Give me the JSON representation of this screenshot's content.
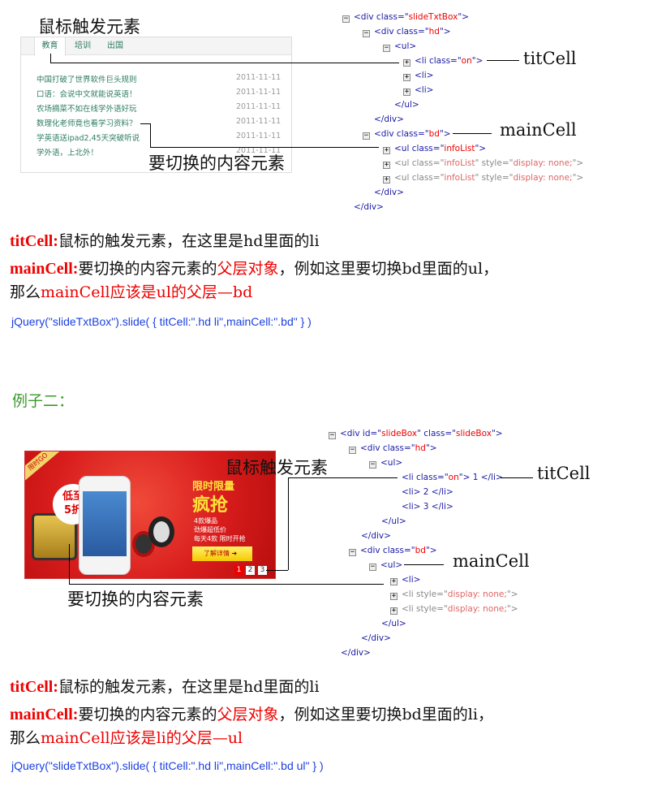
{
  "example1": {
    "trigger_label": "鼠标触发元素",
    "content_label": "要切换的内容元素",
    "tabs": [
      "教育",
      "培训",
      "出国"
    ],
    "items": [
      {
        "title": "中国打破了世界软件巨头规则",
        "date": "2011-11-11"
      },
      {
        "title": "口语：会说中文就能说英语！",
        "date": "2011-11-11"
      },
      {
        "title": "农场摘菜不如在线学外语好玩",
        "date": "2011-11-11"
      },
      {
        "title": "数理化老师竟也看学习资料？",
        "date": "2011-11-11"
      },
      {
        "title": "学英语送ipad2,45天突破听说",
        "date": "2011-11-11"
      },
      {
        "title": "学外语，上北外！",
        "date": "2011-11-11"
      }
    ],
    "tree": [
      {
        "box": "minus",
        "parts": [
          [
            "<div class=\"",
            "tag"
          ],
          [
            "slideTxtBox",
            "val"
          ],
          [
            "\">",
            "tag"
          ]
        ]
      },
      {
        "box": "minus",
        "parts": [
          [
            "<div class=\"",
            "tag"
          ],
          [
            "hd",
            "val"
          ],
          [
            "\">",
            "tag"
          ]
        ]
      },
      {
        "box": "minus",
        "parts": [
          [
            "<ul>",
            "tag"
          ]
        ]
      },
      {
        "box": "plus",
        "parts": [
          [
            "<li class=\"",
            "tag"
          ],
          [
            "on",
            "val"
          ],
          [
            "\">",
            "tag"
          ]
        ]
      },
      {
        "box": "plus",
        "parts": [
          [
            "<li>",
            "tag"
          ]
        ]
      },
      {
        "box": "plus",
        "parts": [
          [
            "<li>",
            "tag"
          ]
        ]
      },
      {
        "box": "",
        "parts": [
          [
            "</ul>",
            "tag"
          ]
        ]
      },
      {
        "box": "",
        "parts": [
          [
            "</div>",
            "tag"
          ]
        ]
      },
      {
        "box": "minus",
        "parts": [
          [
            "<div class=\"",
            "tag"
          ],
          [
            "bd",
            "val"
          ],
          [
            "\">",
            "tag"
          ]
        ]
      },
      {
        "box": "plus",
        "parts": [
          [
            "<ul class=\"",
            "tag"
          ],
          [
            "infoList",
            "val"
          ],
          [
            "\">",
            "tag"
          ]
        ]
      },
      {
        "box": "plus",
        "parts": [
          [
            "<ul class=\"",
            "dim"
          ],
          [
            "infoList",
            "dimval"
          ],
          [
            "\" style=\"",
            "dim"
          ],
          [
            "display: none;",
            "dimval"
          ],
          [
            "\">",
            "dim"
          ]
        ]
      },
      {
        "box": "plus",
        "parts": [
          [
            "<ul class=\"",
            "dim"
          ],
          [
            "infoList",
            "dimval"
          ],
          [
            "\" style=\"",
            "dim"
          ],
          [
            "display: none;",
            "dimval"
          ],
          [
            "\">",
            "dim"
          ]
        ]
      },
      {
        "box": "",
        "parts": [
          [
            "</div>",
            "tag"
          ]
        ]
      },
      {
        "box": "",
        "parts": [
          [
            "</div>",
            "tag"
          ]
        ]
      }
    ],
    "titcell_label": "titCell",
    "maincell_label": "mainCell",
    "desc": {
      "tit_key": "titCell:",
      "tit_text": "鼠标的触发元素，在这里是hd里面的li",
      "main_key": "mainCell:",
      "main_text1": "要切换的内容元素的",
      "main_red": "父层对象",
      "main_text2": "，例如这里要切换bd里面的ul，",
      "line3_prefix": "那么",
      "line3_red": "mainCell应该是ul的父层—bd"
    },
    "code": "jQuery(\"slideTxtBox\").slide( { titCell:\".hd li\",mainCell:\".bd\" } )"
  },
  "example2": {
    "heading": "例子二：",
    "trigger_label": "鼠标触发元素",
    "content_label": "要切换的内容元素",
    "banner": {
      "corner": "限时GO",
      "discount1": "低至",
      "discount2": "5折",
      "headline1": "限时限量",
      "headline2": "疯抢",
      "sub": [
        "4款爆品",
        "劲爆超低价",
        "每天4款  限时开抢"
      ],
      "button": "了解详情",
      "pages": [
        "1",
        "2",
        "3"
      ]
    },
    "tree": [
      {
        "box": "minus",
        "parts": [
          [
            "<div id=\"",
            "tag"
          ],
          [
            "slideBox",
            "val"
          ],
          [
            "\" class=\"",
            "tag"
          ],
          [
            "slideBox",
            "val"
          ],
          [
            "\">",
            "tag"
          ]
        ]
      },
      {
        "box": "minus",
        "parts": [
          [
            "<div class=\"",
            "tag"
          ],
          [
            "hd",
            "val"
          ],
          [
            "\">",
            "tag"
          ]
        ]
      },
      {
        "box": "minus",
        "parts": [
          [
            "<ul>",
            "tag"
          ]
        ]
      },
      {
        "box": "",
        "parts": [
          [
            "<li class=\"",
            "tag"
          ],
          [
            "on",
            "val"
          ],
          [
            "\"> 1 </li>",
            "tag"
          ]
        ]
      },
      {
        "box": "",
        "parts": [
          [
            "<li> 2 </li>",
            "tag"
          ]
        ]
      },
      {
        "box": "",
        "parts": [
          [
            "<li> 3 </li>",
            "tag"
          ]
        ]
      },
      {
        "box": "",
        "parts": [
          [
            "</ul>",
            "tag"
          ]
        ]
      },
      {
        "box": "",
        "parts": [
          [
            "</div>",
            "tag"
          ]
        ]
      },
      {
        "box": "minus",
        "parts": [
          [
            "<div class=\"",
            "tag"
          ],
          [
            "bd",
            "val"
          ],
          [
            "\">",
            "tag"
          ]
        ]
      },
      {
        "box": "minus",
        "parts": [
          [
            "<ul>",
            "tag"
          ]
        ]
      },
      {
        "box": "plus",
        "parts": [
          [
            "<li>",
            "tag"
          ]
        ]
      },
      {
        "box": "plus",
        "parts": [
          [
            "<li style=\"",
            "dim"
          ],
          [
            "display: none;",
            "dimval"
          ],
          [
            "\">",
            "dim"
          ]
        ]
      },
      {
        "box": "plus",
        "parts": [
          [
            "<li style=\"",
            "dim"
          ],
          [
            "display: none;",
            "dimval"
          ],
          [
            "\">",
            "dim"
          ]
        ]
      },
      {
        "box": "",
        "parts": [
          [
            "</ul>",
            "tag"
          ]
        ]
      },
      {
        "box": "",
        "parts": [
          [
            "</div>",
            "tag"
          ]
        ]
      },
      {
        "box": "",
        "parts": [
          [
            "</div>",
            "tag"
          ]
        ]
      }
    ],
    "titcell_label": "titCell",
    "maincell_label": "mainCell",
    "desc": {
      "tit_key": "titCell:",
      "tit_text": "鼠标的触发元素，在这里是hd里面的li",
      "main_key": "mainCell:",
      "main_text1": "要切换的内容元素的",
      "main_red": "父层对象",
      "main_text2": "，例如这里要切换bd里面的li，",
      "line3_prefix": "那么",
      "line3_red": "mainCell应该是li的父层—ul"
    },
    "code": "jQuery(\"slideTxtBox\").slide( { titCell:\".hd li\",mainCell:\".bd ul\" } )"
  }
}
